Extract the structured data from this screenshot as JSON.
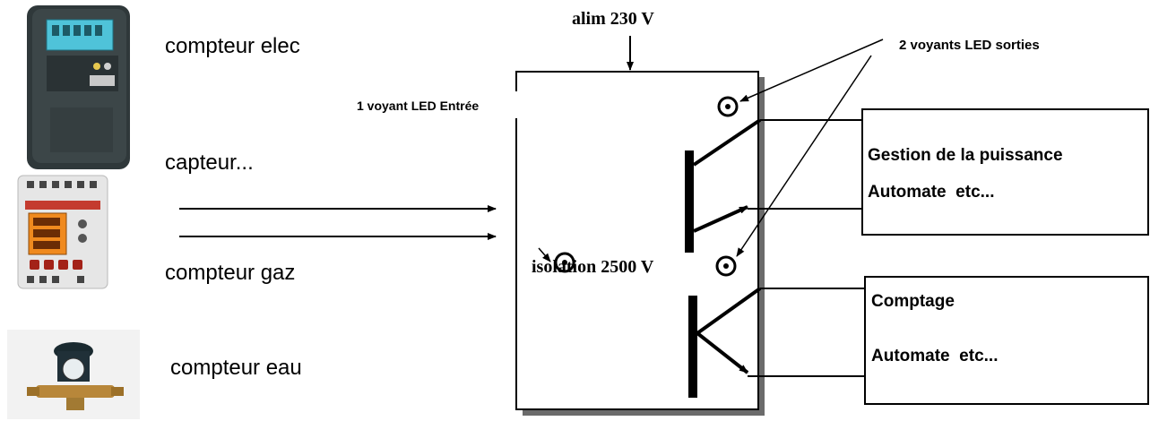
{
  "devices": {
    "elec": {
      "label": "compteur elec",
      "icon": "electricity-meter-icon"
    },
    "capteur": {
      "label": "capteur...",
      "icon": "din-rail-meter-icon"
    },
    "gaz": {
      "label": "compteur gaz"
    },
    "eau": {
      "label": "compteur eau",
      "icon": "water-meter-icon"
    }
  },
  "module": {
    "alim": "alim 230 V",
    "input_led": "1 voyant LED Entrée",
    "output_leds": "2 voyants LED sorties",
    "isolation": "isolation 2500 V"
  },
  "outputs": [
    {
      "title": "Gestion de la puissance",
      "subtitle": "Automate  etc..."
    },
    {
      "title": "Comptage",
      "subtitle": "Automate  etc..."
    }
  ],
  "colors": {
    "meter_body": "#3a4446",
    "meter_lcd": "#4fc3d9",
    "din_display": "#f08a1e",
    "din_body": "#e6e6e6",
    "water_brass": "#b8873a"
  }
}
